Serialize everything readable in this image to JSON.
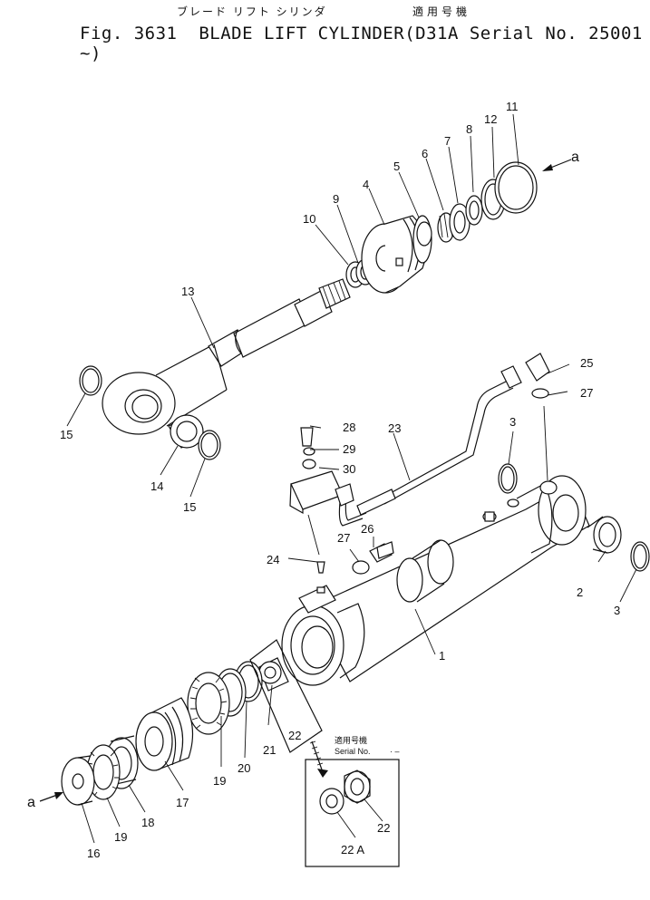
{
  "title": {
    "japanese_part": "ブレード リフト シリンダ",
    "japanese_applicable": "適用号機",
    "fig": "Fig. 3631",
    "name": "BLADE LIFT CYLINDER",
    "model_serial": "D31A Serial No. 25001 ~"
  },
  "inset": {
    "japanese_applicable": "適用号機",
    "serial_label": "Serial No.",
    "serial_dash": "·  –"
  },
  "view_markers": {
    "top": "a",
    "bottom": "a"
  },
  "part_numbers": {
    "p1": "1",
    "p2": "2",
    "p3a": "3",
    "p3b": "3",
    "p4": "4",
    "p5": "5",
    "p6": "6",
    "p7": "7",
    "p8": "8",
    "p9": "9",
    "p10": "10",
    "p11": "11",
    "p12": "12",
    "p13": "13",
    "p14": "14",
    "p15a": "15",
    "p15b": "15",
    "p16": "16",
    "p17": "17",
    "p18": "18",
    "p19a": "19",
    "p19b": "19",
    "p20": "20",
    "p21": "21",
    "p22a": "22",
    "p22b": "22",
    "p22A": "22 A",
    "p23": "23",
    "p24": "24",
    "p25": "25",
    "p26": "26",
    "p27a": "27",
    "p27b": "27",
    "p28": "28",
    "p29": "29",
    "p30": "30"
  }
}
